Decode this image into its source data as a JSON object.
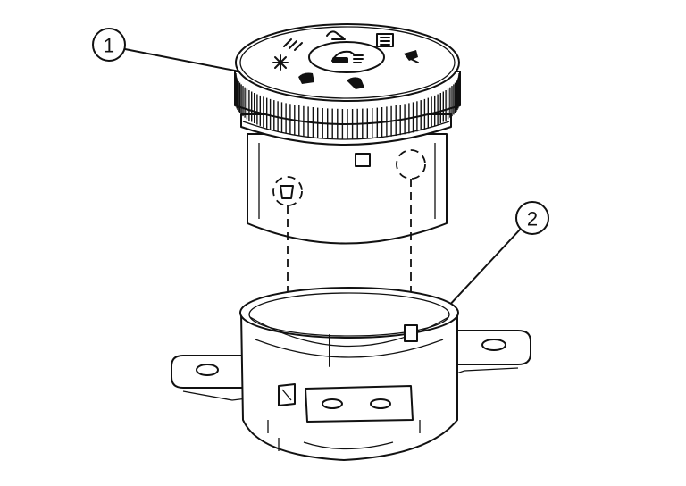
{
  "callouts": [
    {
      "id": "1",
      "label": "1"
    },
    {
      "id": "2",
      "label": "2"
    }
  ],
  "colors": {
    "line": "#111111",
    "background": "#ffffff"
  },
  "icons": [
    "snowflake-icon",
    "defrost-icon",
    "recirculation-icon",
    "face-vent-icon",
    "floor-vent-icon",
    "seat-icon",
    "rear-defrost-icon",
    "fan-speed-icon"
  ]
}
